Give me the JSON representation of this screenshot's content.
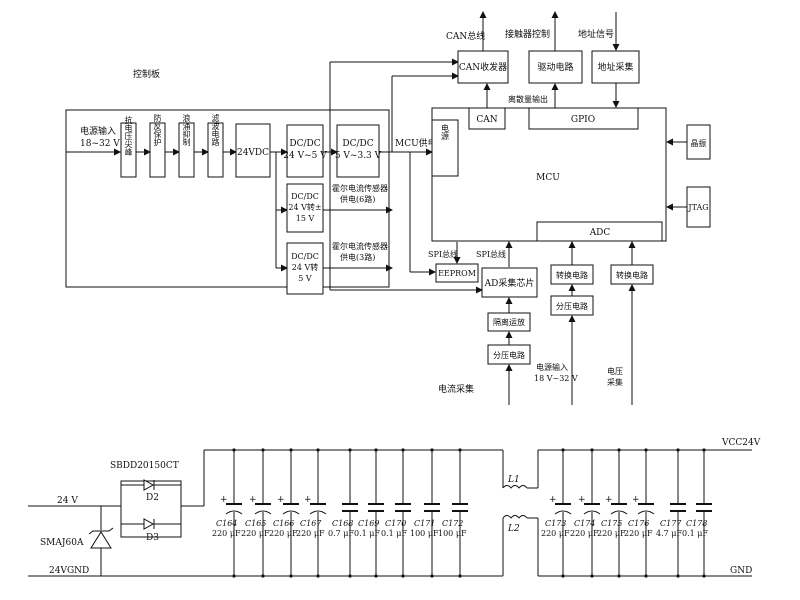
{
  "block_diagram": {
    "board_label": "控制板",
    "power_input": "电源输入",
    "power_range": "18~32 V",
    "surge": "抗电压尖峰",
    "reverse": "防反保护",
    "inrush": "浪涌抑制",
    "filter": "滤波电路",
    "v24": "24VDC",
    "dcdc1_a": "DC/DC",
    "dcdc1_b": "24 V~5 V",
    "dcdc2_a": "DC/DC",
    "dcdc2_b": "5 V~3.3 V",
    "dcdc3_a": "DC/DC",
    "dcdc3_b": "24 V转±",
    "dcdc3_c": "15 V",
    "dcdc4_a": "DC/DC",
    "dcdc4_b": "24 V转",
    "dcdc4_c": "5 V",
    "hall6_a": "霍尔电流传感器",
    "hall6_b": "供电(6路)",
    "hall3_a": "霍尔电流传感器",
    "hall3_b": "供电(3路)",
    "mcu_supply": "MCU供电",
    "mcu": "MCU",
    "mcu_power": "电源",
    "can": "CAN",
    "gpio": "GPIO",
    "adc": "ADC",
    "crystal": "晶振",
    "jtag": "JTAG",
    "can_transceiver": "CAN收发器",
    "driver": "驱动电路",
    "addr_acq": "地址采集",
    "can_bus": "CAN总线",
    "contactor": "接触器控制",
    "addr_signal": "地址信号",
    "discrete_out": "离散量输出",
    "spi1": "SPI总线",
    "spi2": "SPI总线",
    "eeprom": "EEPROM",
    "ad_chip": "AD采集芯片",
    "iso_amp": "隔离运放",
    "divider": "分压电路",
    "current_acq": "电流采集",
    "conv1": "转换电路",
    "conv2": "转换电路",
    "divider2": "分压电路",
    "power_in2": "电源输入",
    "power_range2": "18 V~32 V",
    "volt_acq_a": "电压",
    "volt_acq_b": "采集"
  },
  "schematic": {
    "diode_part": "SBDD20150CT",
    "d2": "D2",
    "d3": "D3",
    "tvs_part": "SMAJ60A",
    "in_net": "24 V",
    "gnd_in": "24VGND",
    "vcc_out": "VCC24V",
    "gnd_out": "GND",
    "l1": "L1",
    "l2": "L2",
    "caps_left": [
      {
        "name": "C164",
        "value": "220 μF",
        "polar": true
      },
      {
        "name": "C165",
        "value": "220 μF",
        "polar": true
      },
      {
        "name": "C166",
        "value": "220 μF",
        "polar": true
      },
      {
        "name": "C167",
        "value": "220 μF",
        "polar": true
      },
      {
        "name": "C168",
        "value": "0.7 μF",
        "polar": false
      },
      {
        "name": "C169",
        "value": "0.1 μF",
        "polar": false
      },
      {
        "name": "C170",
        "value": "0.1 μF",
        "polar": false
      },
      {
        "name": "C171",
        "value": "100 μF",
        "polar": false
      },
      {
        "name": "C172",
        "value": "100 μF",
        "polar": false
      }
    ],
    "caps_right": [
      {
        "name": "C173",
        "value": "220 μF",
        "polar": true
      },
      {
        "name": "C174",
        "value": "220 μF",
        "polar": true
      },
      {
        "name": "C175",
        "value": "220 μF",
        "polar": true
      },
      {
        "name": "C176",
        "value": "220 μF",
        "polar": true
      },
      {
        "name": "C177",
        "value": "4.7 μF",
        "polar": false
      },
      {
        "name": "C178",
        "value": "0.1 μF",
        "polar": false
      }
    ]
  }
}
